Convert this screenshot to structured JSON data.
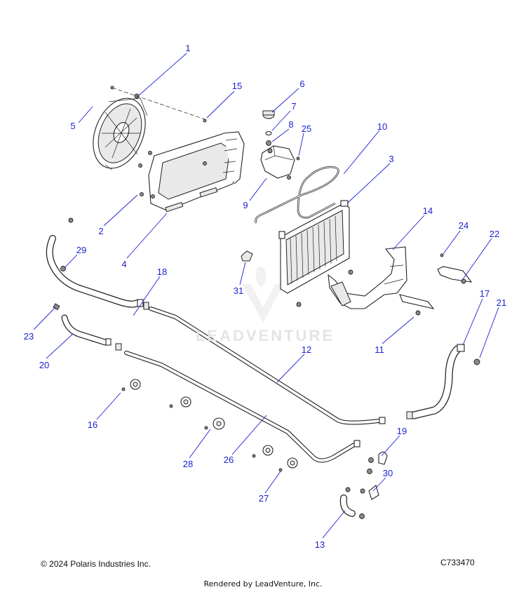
{
  "callouts": [
    {
      "num": "1"
    },
    {
      "num": "2"
    },
    {
      "num": "3"
    },
    {
      "num": "4"
    },
    {
      "num": "5"
    },
    {
      "num": "6"
    },
    {
      "num": "7"
    },
    {
      "num": "8"
    },
    {
      "num": "9"
    },
    {
      "num": "10"
    },
    {
      "num": "11"
    },
    {
      "num": "12"
    },
    {
      "num": "13"
    },
    {
      "num": "14"
    },
    {
      "num": "15"
    },
    {
      "num": "16"
    },
    {
      "num": "17"
    },
    {
      "num": "18"
    },
    {
      "num": "19"
    },
    {
      "num": "20"
    },
    {
      "num": "21"
    },
    {
      "num": "22"
    },
    {
      "num": "23"
    },
    {
      "num": "24"
    },
    {
      "num": "25"
    },
    {
      "num": "26"
    },
    {
      "num": "27"
    },
    {
      "num": "28"
    },
    {
      "num": "29"
    },
    {
      "num": "30"
    },
    {
      "num": "31"
    }
  ],
  "footer": {
    "copyright": "© 2024 Polaris Industries Inc.",
    "drawing_id": "C733470",
    "rendered_by": "Rendered by LeadVenture, Inc."
  },
  "watermark": "LEADVENTURE",
  "colors": {
    "callout": "#1a1fd1",
    "line_art": "#222222",
    "watermark": "#e4e4e4"
  }
}
